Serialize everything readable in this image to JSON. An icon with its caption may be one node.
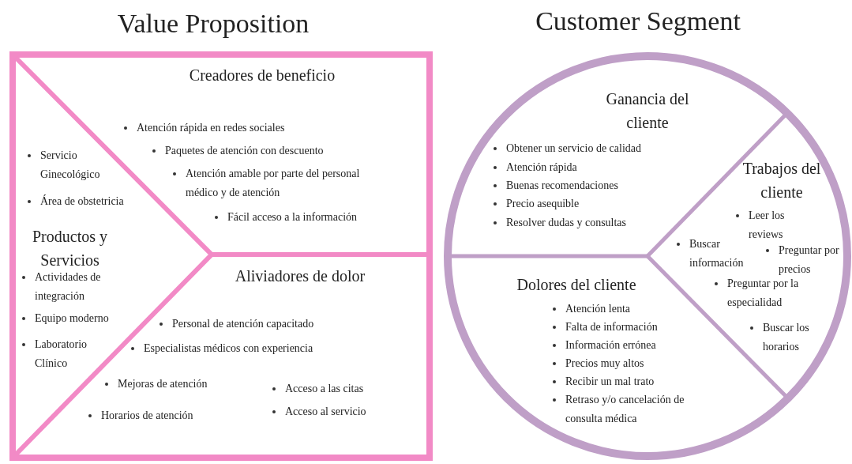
{
  "diagram": {
    "nodes": [
      {
        "text": [
          "Value Proposition"
        ]
      },
      {
        "text": [
          "Servicio Ginecológico",
          "Área de obstetricia",
          "Productos y Servicios",
          "Actividades de integración",
          "Equipo moderno",
          "Laboratorio Clínico"
        ],
        "in": 0
      },
      {
        "text": [
          "Creadores de beneficio",
          "Atención rápida en redes sociales",
          "Paquetes de atención con descuento",
          "Atención amable por parte del personal médico y de atención",
          "Fácil acceso a la información"
        ],
        "in": 0
      },
      {
        "text": [
          "Aliviadores de dolor",
          "Personal de atención capacitado",
          "Especialistas médicos con experiencia",
          "Mejoras de atención",
          "Horarios de atención",
          "Acceso a las citas",
          "Acceso al servicio"
        ],
        "in": 0
      },
      {
        "text": [
          "Customer Segment"
        ]
      },
      {
        "text": [
          "Ganancia del cliente",
          "Obtener un servicio de calidad",
          "Atención rápida",
          "Buenas recomendaciones",
          "Precio asequible",
          "Resolver dudas y consultas"
        ],
        "in": 4
      },
      {
        "text": [
          "Trabajos del cliente",
          "Leer los reviews",
          "Buscar información",
          "Preguntar por precios",
          "Preguntar por la especialidad",
          "Buscar los horarios"
        ],
        "in": 4
      },
      {
        "text": [
          "Dolores del cliente",
          "Atención lenta",
          "Falta de información",
          "Información errónea",
          "Precios muy altos",
          "Recibir un mal trato",
          "Retraso y/o cancelación de consulta médica"
        ],
        "in": 4
      }
    ]
  }
}
